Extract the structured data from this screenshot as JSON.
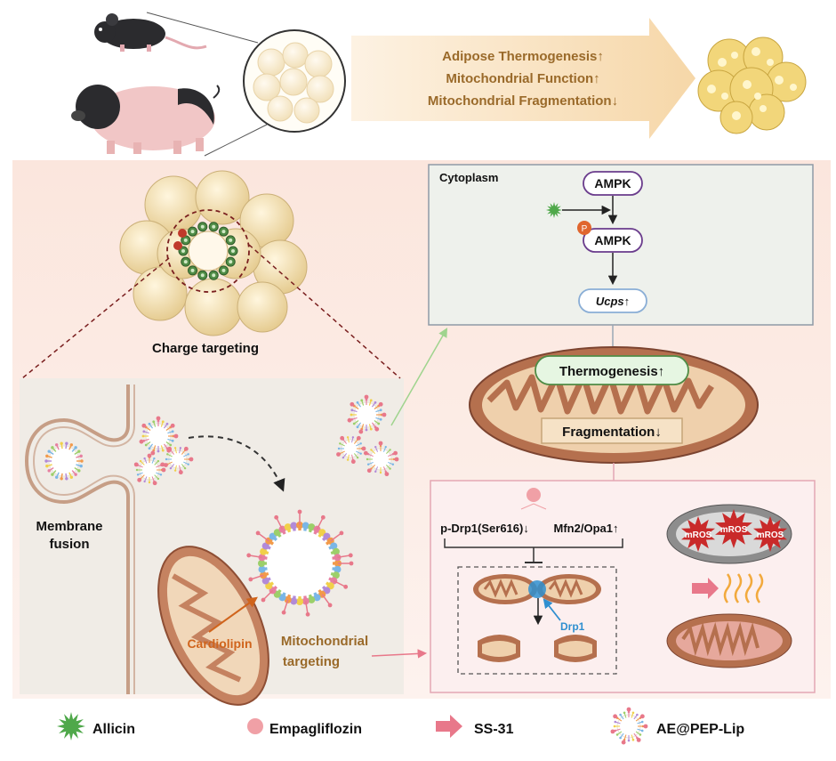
{
  "header": {
    "effects": [
      "Adipose Thermogenesis↑",
      "Mitochondrial Function↑",
      "Mitochondrial Fragmentation↓"
    ]
  },
  "left_panel": {
    "charge_targeting": "Charge targeting",
    "membrane_fusion_line1": "Membrane",
    "membrane_fusion_line2": "fusion",
    "cardiolipin": "Cardiolipin",
    "mito_targeting_line1": "Mitochondrial",
    "mito_targeting_line2": "targeting"
  },
  "cytoplasm": {
    "title": "Cytoplasm",
    "ampk_top": "AMPK",
    "phospho": "P",
    "ampk_bottom": "AMPK",
    "ucps": "Ucps↑"
  },
  "mitochondrion": {
    "thermogenesis": "Thermogenesis↑",
    "fragmentation": "Fragmentation↓"
  },
  "dynamics_panel": {
    "drp1_phos": "p-Drp1(Ser616)↓",
    "mfn_opa": "Mfn2/Opa1↑",
    "drp1": "Drp1",
    "mros": [
      "mROS",
      "mROS",
      "mROS"
    ]
  },
  "legend": {
    "allicin": "Allicin",
    "empagliflozin": "Empagliflozin",
    "ss31": "SS-31",
    "liposome": "AE@PEP-Lip"
  },
  "colors": {
    "header_text": "#9a6a2a",
    "orange_accent": "#d0641c",
    "mito_outer": "#b5704e",
    "mito_inner": "#e8c8a0",
    "drp1_blue": "#2f8fd0",
    "ss31_pink": "#e8788a",
    "allicin_green": "#4fa84a",
    "empagliflozin_pink": "#f0a0a6",
    "thermo_box": "#e6f6e2",
    "pink_panel": "#fcefef",
    "cyto_panel": "#eef1ec"
  }
}
